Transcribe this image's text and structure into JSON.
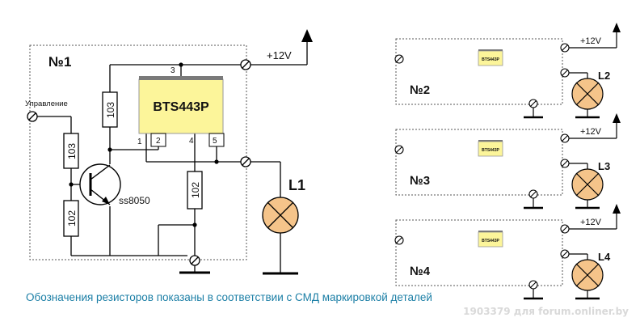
{
  "labels": {
    "n1": "№1",
    "n2": "№2",
    "n3": "№3",
    "n4": "№4",
    "supply": "+12V",
    "chip": "BTS443P",
    "chip_small": "BTS443P",
    "control": "Управление",
    "transistor": "ss8050",
    "r_collector": "103",
    "r_base": "103",
    "r_emitter": "102",
    "r_pin4": "102",
    "pin1": "1",
    "pin2": "2",
    "pin3": "3",
    "pin4": "4",
    "pin5": "5",
    "lamp1": "L1",
    "lamp2": "L2",
    "lamp3": "L3",
    "lamp4": "L4"
  },
  "caption": "Обозначения резисторов показаны в соответствии с СМД маркировкой деталей",
  "watermark": "1903379 для forum.onliner.by",
  "colors": {
    "chip_fill": "#fcf59a",
    "lamp_fill": "#f5c48a",
    "caption": "#1c7fa6",
    "wire": "#000000"
  }
}
